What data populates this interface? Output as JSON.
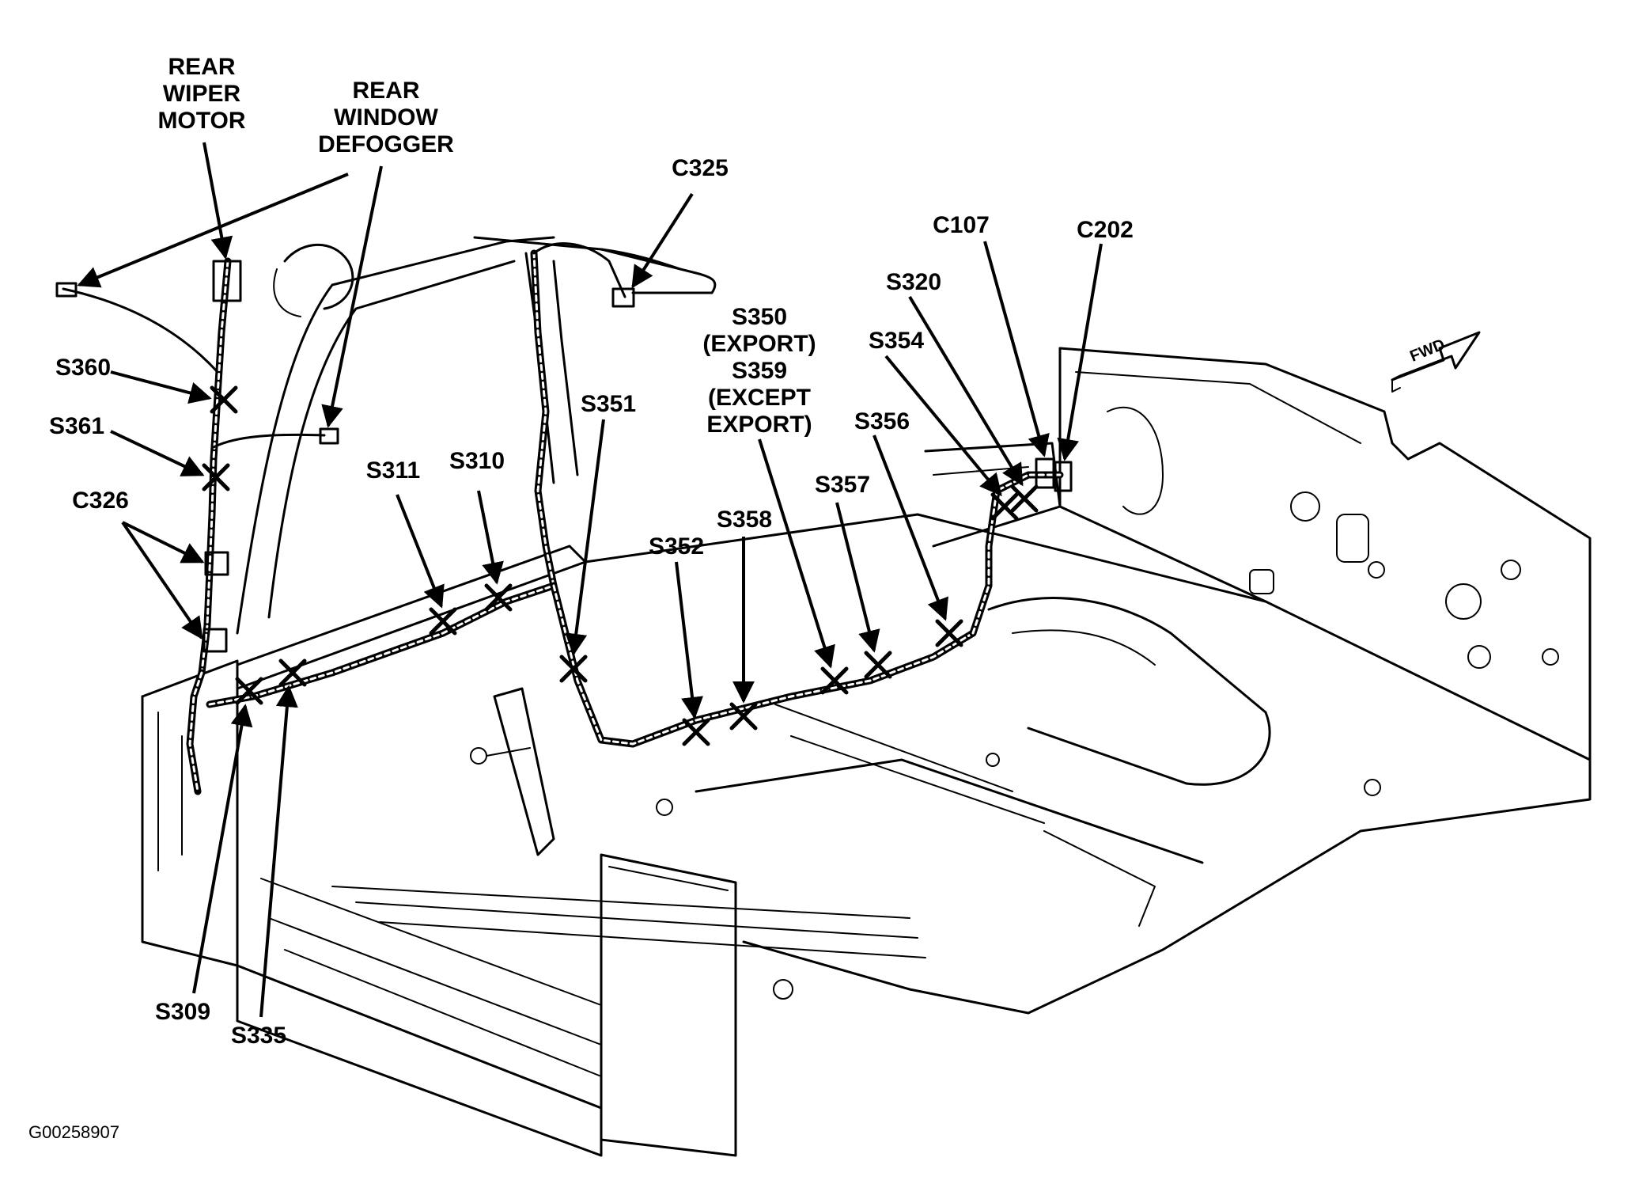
{
  "figure_id": "G00258907",
  "fwd_text": "FWD",
  "labels": {
    "rear_wiper_motor": "REAR\nWIPER\nMOTOR",
    "rear_window_defogger": "REAR\nWINDOW\nDEFOGGER",
    "c325": "C325",
    "c107": "C107",
    "c202": "C202",
    "s320": "S320",
    "s354": "S354",
    "s350_s359": "S350\n(EXPORT)\nS359\n(EXCEPT\nEXPORT)",
    "s356": "S356",
    "s357": "S357",
    "s358": "S358",
    "s352": "S352",
    "s351": "S351",
    "s311": "S311",
    "s310": "S310",
    "s360": "S360",
    "s361": "S361",
    "c326": "C326",
    "s309": "S309",
    "s335": "S335"
  }
}
